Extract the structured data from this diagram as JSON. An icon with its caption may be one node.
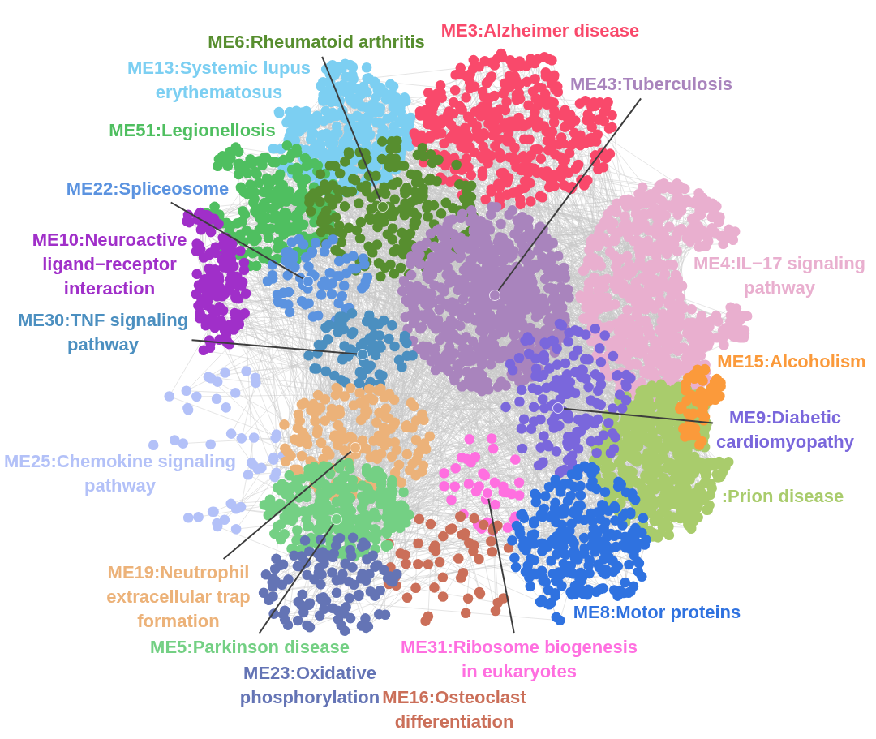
{
  "diagram": {
    "nodes": [
      {
        "text": [
          "ME6:Rheumatoid arthritis"
        ]
      },
      {
        "text": [
          "ME43:Tuberculosis"
        ]
      },
      {
        "text": [
          "ME22:Spliceosome"
        ]
      },
      {
        "text": [
          "ME30:TNF signaling pathway"
        ]
      },
      {
        "text": [
          "ME9:Diabetic cardiomyopathy"
        ]
      },
      {
        "text": [
          "ME19:Neutrophil extracellular trap formation"
        ]
      },
      {
        "text": [
          "ME5:Parkinson disease"
        ]
      },
      {
        "text": [
          "ME31:Ribosome biogenesis in eukaryotes"
        ]
      },
      {
        "text": [],
        "shape": "circle"
      },
      {
        "text": [],
        "shape": "circle"
      },
      {
        "text": [],
        "shape": "circle"
      },
      {
        "text": [],
        "shape": "circle"
      },
      {
        "text": [],
        "shape": "circle"
      },
      {
        "text": [],
        "shape": "circle"
      },
      {
        "text": [],
        "shape": "circle"
      },
      {
        "text": [],
        "shape": "circle"
      }
    ],
    "edges": [
      {
        "from": 0,
        "to": 8,
        "arrow": "none"
      },
      {
        "from": 1,
        "to": 10,
        "arrow": "none"
      },
      {
        "from": 2,
        "to": 9,
        "arrow": "none"
      },
      {
        "from": 3,
        "to": 11,
        "arrow": "none"
      },
      {
        "from": 4,
        "to": 12,
        "arrow": "none"
      },
      {
        "from": 5,
        "to": 13,
        "arrow": "none"
      },
      {
        "from": 6,
        "to": 15,
        "arrow": "none"
      },
      {
        "from": 7,
        "to": 14,
        "arrow": "none"
      }
    ],
    "labels": [
      "ME3:Alzheimer disease",
      "ME13:Systemic lupus erythematosus",
      "ME51:Legionellosis",
      "ME10:Neuroactive ligand−receptor interaction",
      "ME4:IL−17 signaling pathway",
      "ME15:Alcoholism",
      "ME25:Chemokine signaling pathway",
      ":Prion disease",
      "ME8:Motor proteins",
      "ME23:Oxidative phosphorylation",
      "ME16:Osteoclast differentiation"
    ]
  }
}
